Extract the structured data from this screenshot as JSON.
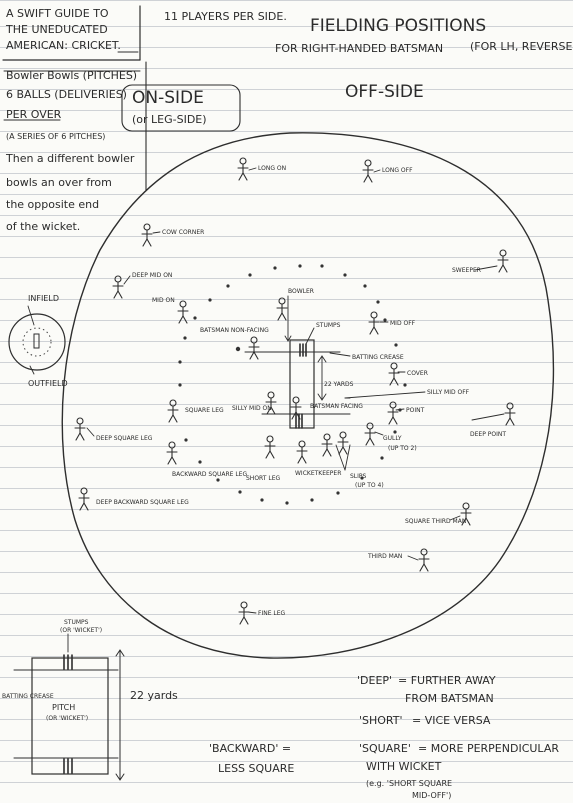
{
  "guide": {
    "title_lines": [
      "A SWIFT GUIDE TO",
      "THE UNEDUCATED",
      "AMERICAN: CRICKET."
    ],
    "players": "11 PLAYERS PER SIDE.",
    "heading_line1": "FIELDING POSITIONS",
    "heading_line2": "FOR RIGHT-HANDED BATSMAN",
    "heading_note": "(FOR LH, REVERSE!)",
    "on_side": "ON-SIDE",
    "leg_side": "(or LEG-SIDE)",
    "off_side": "OFF-SIDE"
  },
  "notes": {
    "lines": [
      "Bowler Bowls (PITCHES)",
      "6 BALLS (DELIVERIES)",
      "PER OVER",
      "(A SERIES OF 6 PITCHES)",
      "Then a different bowler",
      "bowls an over from",
      "the opposite end",
      "of the wicket."
    ]
  },
  "inset": {
    "infield": "INFIELD",
    "outfield": "OUTFIELD"
  },
  "field": {
    "positions": {
      "long_on": "LONG ON",
      "long_off": "LONG OFF",
      "cow_corner": "COW CORNER",
      "deep_mid_on": "DEEP MID ON",
      "mid_on": "MID ON",
      "bowler": "BOWLER",
      "stumps": "STUMPS",
      "mid_off": "MID OFF",
      "sweeper": "SWEEPER",
      "batsman_non_facing": "BATSMAN NON-FACING",
      "batting_crease": "BATTING CREASE",
      "cover": "COVER",
      "silly_mid_on": "SILLY MID ON",
      "yards": "22 YARDS",
      "silly_mid_off": "SILLY MID OFF",
      "batsman_facing": "BATSMAN FACING",
      "square_leg": "SQUARE LEG",
      "point": "POINT",
      "deep_square_leg": "DEEP SQUARE LEG",
      "gully": "GULLY",
      "gully_note": "(UP TO 2)",
      "deep_point": "DEEP POINT",
      "wicketkeeper": "WICKETKEEPER",
      "slips": "SLIPS",
      "slips_note": "(UP TO 4)",
      "backward_square_leg": "BACKWARD SQUARE LEG",
      "short_leg": "SHORT LEG",
      "deep_backward_square_leg": "DEEP BACKWARD SQUARE LEG",
      "square_third_man": "SQUARE THIRD MAN",
      "third_man": "THIRD MAN",
      "fine_leg": "FINE LEG"
    }
  },
  "pitch_diagram": {
    "stumps": "STUMPS",
    "stumps_note": "(OR 'WICKET')",
    "batting_crease": "BATTING CREASE",
    "pitch": "PITCH",
    "pitch_note": "(OR 'WICKET')",
    "yards": "22 yards"
  },
  "glossary": {
    "deep_term": "'DEEP'",
    "deep_def_1": "= FURTHER AWAY",
    "deep_def_2": "FROM BATSMAN",
    "short_term": "'SHORT'",
    "short_def": "= VICE VERSA",
    "square_term": "'SQUARE'",
    "square_def_1": "= MORE PERPENDICULAR",
    "square_def_2": "WITH WICKET",
    "square_def_3": "(e.g. 'SHORT SQUARE",
    "square_def_4": "MID-OFF')",
    "backward_term": "'BACKWARD' =",
    "backward_def": "LESS SQUARE"
  }
}
